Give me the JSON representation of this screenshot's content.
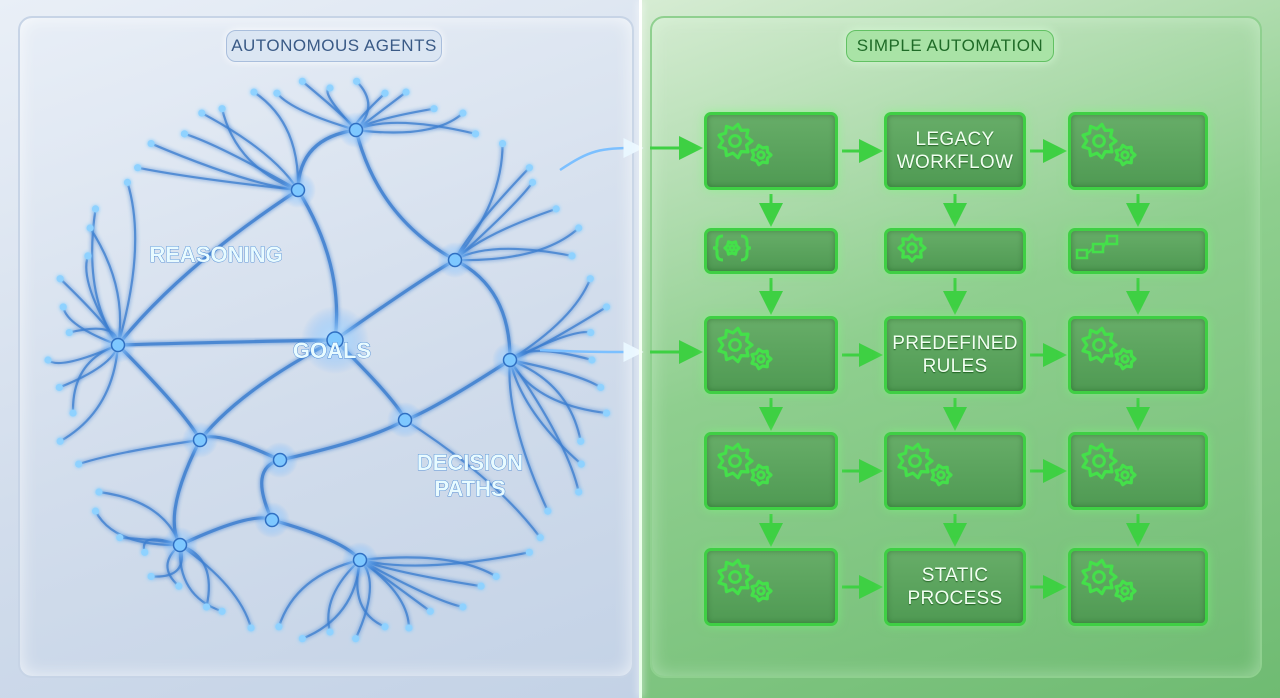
{
  "left_panel": {
    "title": "AUTONOMOUS AGENTS",
    "nodes": [
      {
        "id": "reasoning",
        "label": "REASONING"
      },
      {
        "id": "goals",
        "label": "GOALS"
      },
      {
        "id": "decision",
        "label": "DECISION\nPATHS"
      }
    ]
  },
  "right_panel": {
    "title": "SIMPLE AUTOMATION",
    "boxes": [
      {
        "id": "r1c1",
        "label": "",
        "icon": "gears-icon"
      },
      {
        "id": "r1c2",
        "label": "LEGACY\nWORKFLOW",
        "icon": ""
      },
      {
        "id": "r1c3",
        "label": "",
        "icon": "gears-icon"
      },
      {
        "id": "r2c1",
        "label": "",
        "icon": "code-braces-icon"
      },
      {
        "id": "r2c2",
        "label": "",
        "icon": "gear-icon"
      },
      {
        "id": "r2c3",
        "label": "",
        "icon": "flowchart-icon"
      },
      {
        "id": "r3c1",
        "label": "",
        "icon": "gears-icon"
      },
      {
        "id": "r3c2",
        "label": "PREDEFINED\nRULES",
        "icon": ""
      },
      {
        "id": "r3c3",
        "label": "",
        "icon": "gears-icon"
      },
      {
        "id": "r4c1",
        "label": "",
        "icon": "gears-icon"
      },
      {
        "id": "r4c2",
        "label": "",
        "icon": "gears-icon"
      },
      {
        "id": "r4c3",
        "label": "",
        "icon": "gears-icon"
      },
      {
        "id": "r5c1",
        "label": "",
        "icon": "gears-icon"
      },
      {
        "id": "r5c2",
        "label": "STATIC\nPROCESS",
        "icon": ""
      },
      {
        "id": "r5c3",
        "label": "",
        "icon": "gears-icon"
      }
    ]
  },
  "colors": {
    "network": "#3d7fd0",
    "network_glow": "#8fd2ff",
    "box_border": "#3fcf44",
    "arrow": "#3ed043"
  }
}
